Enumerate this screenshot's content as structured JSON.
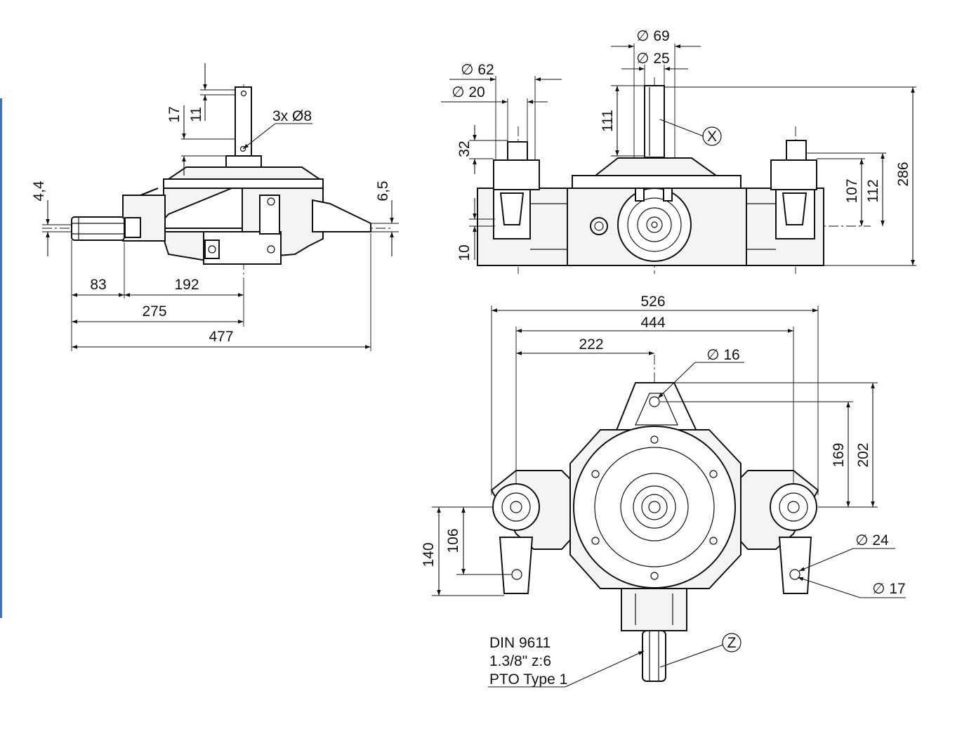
{
  "side_view": {
    "dims": {
      "d17": "17",
      "d11": "11",
      "holes": "3x Ø8",
      "d44": "4,4",
      "d65": "6,5",
      "d83": "83",
      "d192": "192",
      "d275": "275",
      "d477": "477"
    }
  },
  "front_view": {
    "dims": {
      "d69": "∅ 69",
      "d25": "∅ 25",
      "d62": "∅ 62",
      "d20": "∅ 20",
      "d111": "111",
      "d32": "32",
      "d10": "10",
      "d107": "107",
      "d112": "112",
      "d286": "286"
    },
    "callout_x": "X"
  },
  "top_view": {
    "dims": {
      "d526": "526",
      "d444": "444",
      "d222": "222",
      "d16": "∅ 16",
      "d169": "169",
      "d202": "202",
      "d140": "140",
      "d106": "106",
      "d24": "∅ 24",
      "d17": "∅ 17"
    },
    "callout_z": "Z",
    "pto_note": {
      "line1": "DIN 9611",
      "line2": "1.3/8\" z:6",
      "line3": "PTO Type 1"
    }
  }
}
